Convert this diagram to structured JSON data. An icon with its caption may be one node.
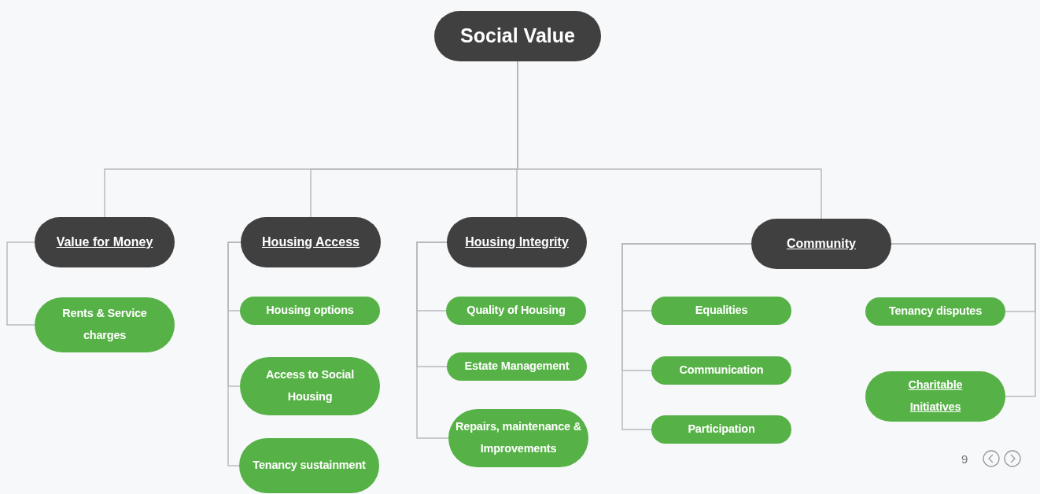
{
  "diagram": {
    "nodes": [
      {
        "text": [
          "Social Value"
        ]
      },
      {
        "text": [
          "Value for Money"
        ]
      },
      {
        "text": [
          "Housing Access"
        ]
      },
      {
        "text": [
          "Housing Integrity"
        ]
      },
      {
        "text": [
          "Community"
        ]
      },
      {
        "text": [
          "Rents & Service charges"
        ]
      },
      {
        "text": [
          "Housing options"
        ]
      },
      {
        "text": [
          "Access to Social Housing"
        ]
      },
      {
        "text": [
          "Tenancy sustainment"
        ]
      },
      {
        "text": [
          "Quality of Housing"
        ]
      },
      {
        "text": [
          "Estate Management"
        ]
      },
      {
        "text": [
          "Repairs, maintenance & Improvements"
        ]
      },
      {
        "text": [
          "Equalities"
        ]
      },
      {
        "text": [
          "Communication"
        ]
      },
      {
        "text": [
          "Participation"
        ]
      },
      {
        "text": [
          "Tenancy disputes"
        ]
      },
      {
        "text": [
          "Charitable Initiatives"
        ]
      }
    ],
    "edges": [
      {
        "from": 0,
        "to": 1,
        "arrow": "none"
      },
      {
        "from": 0,
        "to": 2,
        "arrow": "none"
      },
      {
        "from": 0,
        "to": 3,
        "arrow": "none"
      },
      {
        "from": 0,
        "to": 4,
        "arrow": "none"
      },
      {
        "from": 1,
        "to": 5,
        "arrow": "none"
      },
      {
        "from": 2,
        "to": 6,
        "arrow": "none"
      },
      {
        "from": 2,
        "to": 7,
        "arrow": "none"
      },
      {
        "from": 2,
        "to": 8,
        "arrow": "none"
      },
      {
        "from": 3,
        "to": 9,
        "arrow": "none"
      },
      {
        "from": 3,
        "to": 10,
        "arrow": "none"
      },
      {
        "from": 3,
        "to": 11,
        "arrow": "none"
      },
      {
        "from": 4,
        "to": 12,
        "arrow": "none"
      },
      {
        "from": 4,
        "to": 13,
        "arrow": "none"
      },
      {
        "from": 4,
        "to": 14,
        "arrow": "none"
      },
      {
        "from": 4,
        "to": 15,
        "arrow": "none"
      },
      {
        "from": 4,
        "to": 16,
        "arrow": "none"
      }
    ],
    "labels": [
      "9"
    ]
  }
}
